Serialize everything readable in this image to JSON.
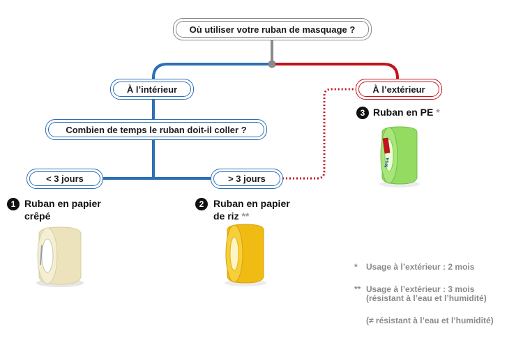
{
  "root": {
    "question": "Où utiliser votre ruban de masquage ?"
  },
  "branches": {
    "interior": {
      "label": "À l’intérieur",
      "question": "Combien de temps le ruban doit-il coller ?"
    },
    "exterior": {
      "label": "À l’extérieur"
    }
  },
  "durations": {
    "short": "< 3 jours",
    "long": "> 3 jours"
  },
  "products": [
    {
      "number": "1",
      "line1": "Ruban en papier",
      "line2": "crêpé",
      "stars": ""
    },
    {
      "number": "2",
      "line1": "Ruban en papier",
      "line2": "de riz",
      "stars": "**"
    },
    {
      "number": "3",
      "line1": "Ruban en PE",
      "line2": "",
      "stars": "*"
    }
  ],
  "footnotes": [
    {
      "mark": "*",
      "line1": "Usage à l’extérieur : 2 mois",
      "line2": "(résistant à l’eau et l’humidité)"
    },
    {
      "mark": "**",
      "line1": "Usage à l’extérieur : 3 mois",
      "line2": "(≠ résistant à l’eau et l’humidité)"
    }
  ],
  "tape_brand": "tesa",
  "colors": {
    "interior": "#2d6fb4",
    "exterior": "#c0151d",
    "root": "#8a8a8a",
    "crepe_tape": "#efe7c4",
    "rice_tape": "#f2c21c",
    "pe_tape": "#9ee06a"
  }
}
